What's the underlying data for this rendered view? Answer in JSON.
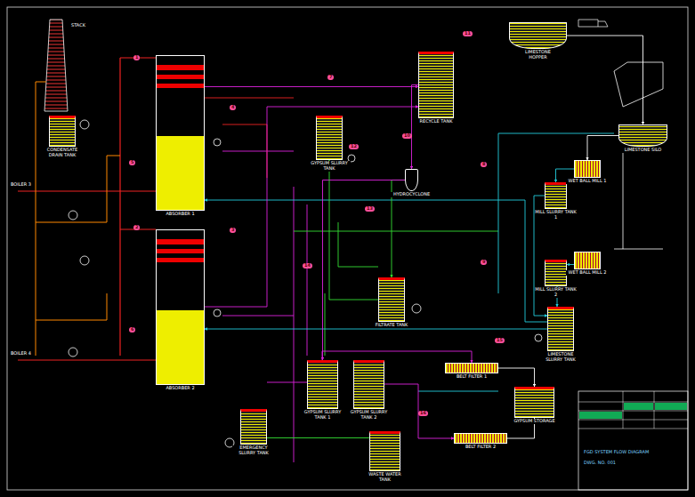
{
  "diagram": {
    "nodes": [
      {
        "text": [
          "CONDENSATE DRAIN TANK"
        ]
      },
      {
        "text": [
          "ABSORBER 1"
        ]
      },
      {
        "text": [
          "ABSORBER 2"
        ]
      },
      {
        "text": [
          "GYPSUM SLURRY TANK"
        ]
      },
      {
        "text": [
          "RECYCLE TANK"
        ]
      },
      {
        "text": [
          "HYDROCYCLONE"
        ]
      },
      {
        "text": [
          "FILTRATE TANK"
        ]
      },
      {
        "text": [
          "GYPSUM SLURRY TANK 1"
        ]
      },
      {
        "text": [
          "GYPSUM SLURRY TANK 2"
        ]
      },
      {
        "text": [
          "WASTE WATER TANK"
        ]
      },
      {
        "text": [
          "EMERGENCY SLURRY TANK"
        ]
      },
      {
        "text": [
          "LIMESTONE SILO"
        ]
      },
      {
        "text": [
          "WET BALL MILL 1"
        ]
      },
      {
        "text": [
          "WET BALL MILL 2"
        ]
      },
      {
        "text": [
          "LIMESTONE SLURRY TANK"
        ]
      },
      {
        "text": [
          "BELT FILTER 1"
        ]
      },
      {
        "text": [
          "BELT FILTER 2"
        ]
      },
      {
        "text": [
          "GYPSUM STORAGE"
        ]
      },
      {
        "text": [
          "LIMESTONE HOPPER"
        ]
      },
      {
        "text": [
          "MILL SLURRY TANK 1"
        ]
      },
      {
        "text": [
          "MILL SLURRY TANK 2"
        ]
      }
    ],
    "edges": [
      {
        "from": 14,
        "to": 1,
        "arrow": "to"
      },
      {
        "from": 14,
        "to": 2,
        "arrow": "to"
      },
      {
        "from": 1,
        "to": 4,
        "arrow": "to"
      },
      {
        "from": 2,
        "to": 4,
        "arrow": "to"
      },
      {
        "from": 4,
        "to": 5,
        "arrow": "to"
      },
      {
        "from": 5,
        "to": 6,
        "arrow": "to"
      },
      {
        "from": 5,
        "to": 7,
        "arrow": "to"
      },
      {
        "from": 6,
        "to": 3,
        "arrow": "to"
      },
      {
        "from": 7,
        "to": 15,
        "arrow": "to"
      },
      {
        "from": 8,
        "to": 16,
        "arrow": "to"
      },
      {
        "from": 15,
        "to": 17,
        "arrow": "to"
      },
      {
        "from": 16,
        "to": 17,
        "arrow": "to"
      },
      {
        "from": 18,
        "to": 11,
        "arrow": "to"
      },
      {
        "from": 11,
        "to": 12,
        "arrow": "to"
      },
      {
        "from": 12,
        "to": 19,
        "arrow": "to"
      },
      {
        "from": 13,
        "to": 20,
        "arrow": "to"
      },
      {
        "from": 19,
        "to": 14,
        "arrow": "to"
      },
      {
        "from": 20,
        "to": 14,
        "arrow": "to"
      },
      {
        "from": 9,
        "to": 10,
        "arrow": "none"
      }
    ],
    "labels": [
      "BOILER 3",
      "BOILER 4",
      "STACK",
      "1",
      "2",
      "3",
      "4",
      "5",
      "6",
      "7",
      "8",
      "9",
      "10",
      "11",
      "12",
      "13",
      "14",
      "15",
      "16",
      "FGD SYSTEM FLOW DIAGRAM",
      "DWG. NO. 001"
    ]
  }
}
